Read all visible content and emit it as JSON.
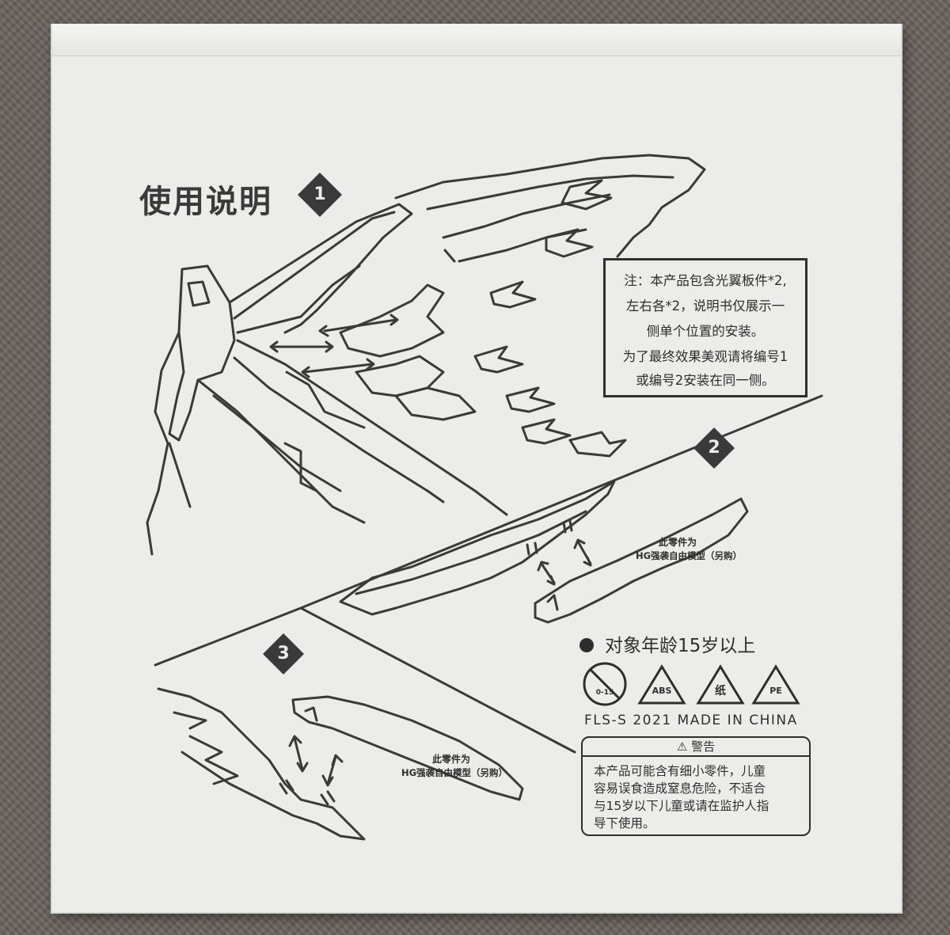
{
  "instructions": {
    "title": "使用说明",
    "step1": "1",
    "step2": "2",
    "step3": "3",
    "note_lines": [
      "注：本产品包含光翼板件*2,",
      "左右各*2，说明书仅展示一",
      "侧单个位置的安装。",
      "为了最终效果美观请将编号1",
      "或编号2安装在同一侧。"
    ],
    "part_note_a_line1": "此零件为",
    "part_note_a_line2": "HG强袭自由模型（另购）",
    "part_note_b_line1": "此零件为",
    "part_note_b_line2": "HG强袭自由模型（另购）"
  },
  "labels": {
    "age": "对象年龄15岁以上",
    "made": "FLS-S 2021 MADE IN CHINA",
    "age_symbol": "0-15",
    "recycle_abs": "ABS",
    "recycle_paper": "纸",
    "recycle_pe": "PE"
  },
  "warning": {
    "header": "警告",
    "lines": [
      "本产品可能含有细小零件，儿童",
      "容易误食造成窒息危险，不适合",
      "与15岁以下儿童或请在监护人指",
      "导下使用。"
    ]
  },
  "colors": {
    "card": "#ececea",
    "ink": "#2e2e2e",
    "carpet": "#6a635c"
  }
}
